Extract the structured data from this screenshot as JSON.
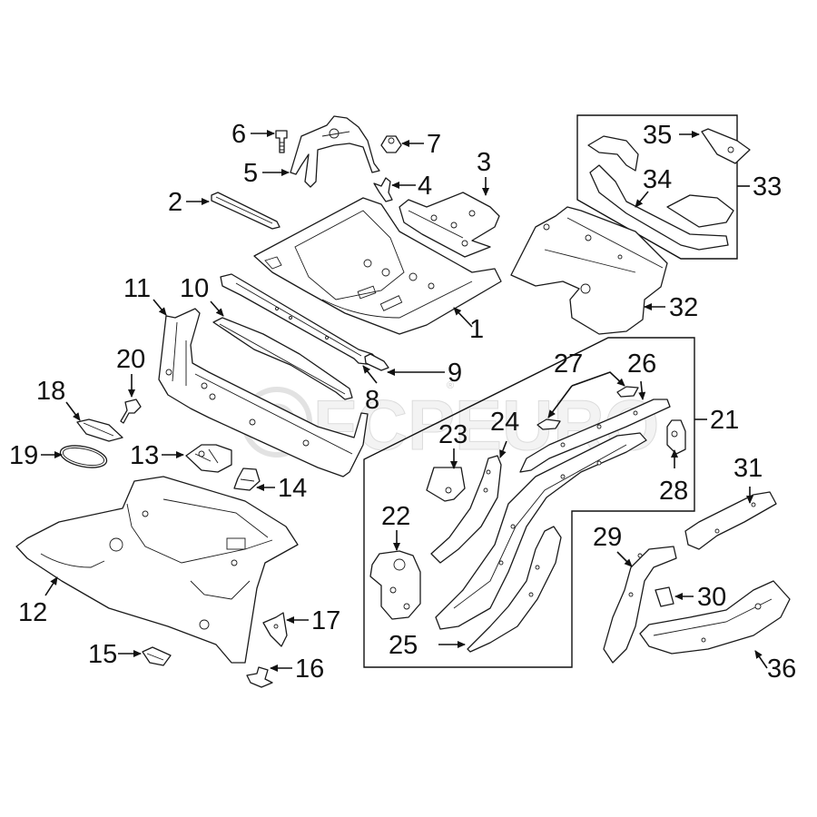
{
  "diagram": {
    "type": "exploded-parts-diagram",
    "watermark": "FCPEURO",
    "watermark_mark": "®",
    "groups": [
      {
        "id": "33",
        "label": "33",
        "contains": [
          "34",
          "35"
        ]
      },
      {
        "id": "21",
        "label": "21",
        "contains": [
          "22",
          "23",
          "24",
          "25",
          "26",
          "27",
          "28"
        ]
      }
    ],
    "callouts": {
      "c1": "1",
      "c2": "2",
      "c3": "3",
      "c4": "4",
      "c5": "5",
      "c6": "6",
      "c7": "7",
      "c8": "8",
      "c9": "9",
      "c10": "10",
      "c11": "11",
      "c12": "12",
      "c13": "13",
      "c14": "14",
      "c15": "15",
      "c16": "16",
      "c17": "17",
      "c18": "18",
      "c19": "19",
      "c20": "20",
      "c21": "21",
      "c22": "22",
      "c23": "23",
      "c24": "24",
      "c25": "25",
      "c26": "26",
      "c27": "27",
      "c28": "28",
      "c29": "29",
      "c30": "30",
      "c31": "31",
      "c32": "32",
      "c33": "33",
      "c34": "34",
      "c35": "35",
      "c36": "36"
    }
  }
}
